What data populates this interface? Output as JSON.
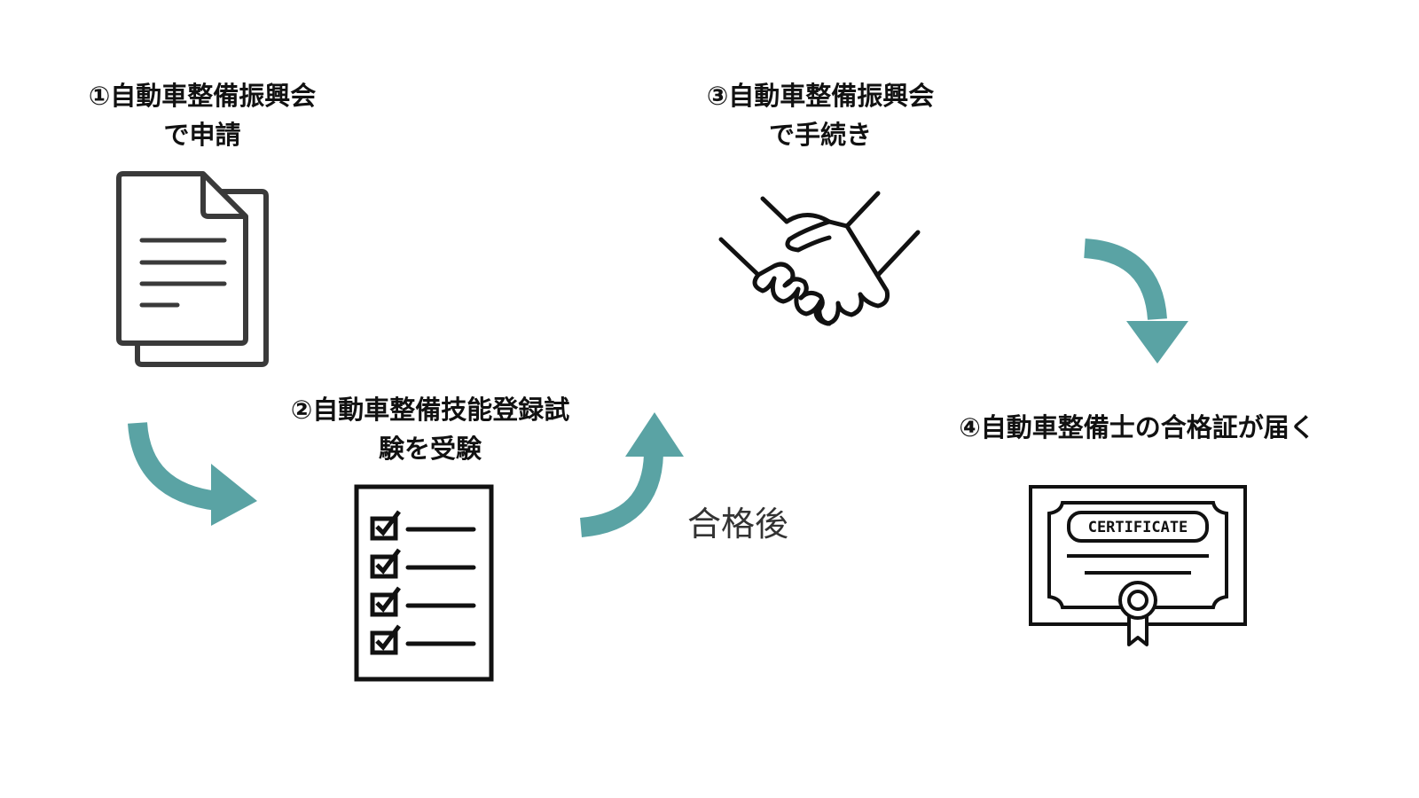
{
  "steps": [
    {
      "id": "step1",
      "title_line1": "①自動車整備振興会",
      "title_line2": "で申請",
      "icon": "documents-icon"
    },
    {
      "id": "step2",
      "title_line1": "②自動車整備技能登録試",
      "title_line2": "験を受験",
      "icon": "checklist-icon"
    },
    {
      "id": "step3",
      "title_line1": "③自動車整備振興会",
      "title_line2": "で手続き",
      "icon": "handshake-icon"
    },
    {
      "id": "step4",
      "title_line1": "④自動車整備士の合格証が届く",
      "icon": "certificate-icon"
    }
  ],
  "after_pass_label": "合格後",
  "certificate_text": "CERTIFICATE",
  "colors": {
    "arrow": "#5aa3a4",
    "icon_dark": "#3a3a3a",
    "icon_black": "#111111"
  }
}
